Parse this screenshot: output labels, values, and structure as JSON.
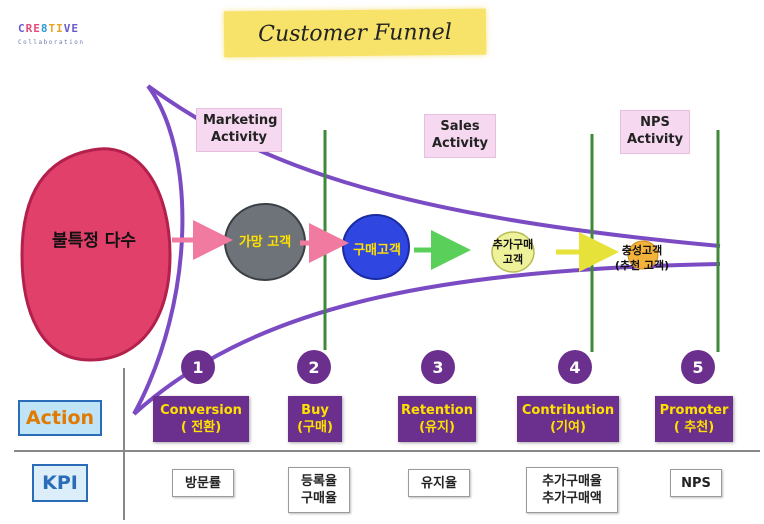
{
  "logo": {
    "word_parts": [
      "C",
      "RE",
      "8",
      "TI",
      "VE"
    ],
    "subtitle": "Collaboration"
  },
  "title": "Customer Funnel",
  "stage_labels": {
    "marketing": [
      "Marketing",
      "Activity"
    ],
    "sales": [
      "Sales",
      "Activity"
    ],
    "nps": [
      "NPS",
      "Activity"
    ]
  },
  "funnel": {
    "source": "불특정 다수",
    "prospect": "가망 고객",
    "buyer": "구매고객",
    "repeat": [
      "추가구매",
      "고객"
    ],
    "loyal": [
      "충성고객",
      "(추천 고객)"
    ]
  },
  "row_labels": {
    "action": "Action",
    "kpi": "KPI"
  },
  "steps": [
    {
      "num": "1",
      "action": [
        "Conversion",
        "( 전환)"
      ],
      "kpi": [
        "방문률"
      ]
    },
    {
      "num": "2",
      "action": [
        "Buy",
        "(구매)"
      ],
      "kpi": [
        "등록율",
        "구매율"
      ]
    },
    {
      "num": "3",
      "action": [
        "Retention",
        "(유지)"
      ],
      "kpi": [
        "유지율"
      ]
    },
    {
      "num": "4",
      "action": [
        "Contribution",
        "(기여)"
      ],
      "kpi": [
        "추가구매율",
        "추가구매액"
      ]
    },
    {
      "num": "5",
      "action": [
        "Promoter",
        "( 추천)"
      ],
      "kpi": [
        "NPS"
      ]
    }
  ],
  "colors": {
    "funnel_line": "#7b4bc4",
    "stage_line": "#3f8a3a",
    "source_fill": "#e0406a",
    "prospect_fill": "#6d7378",
    "buyer_fill": "#2f46e0",
    "repeat_fill": "#eef29a",
    "loyal_fill": "#f3b23a",
    "badge": "#6b2f8e",
    "action_text": "#ffe100"
  }
}
